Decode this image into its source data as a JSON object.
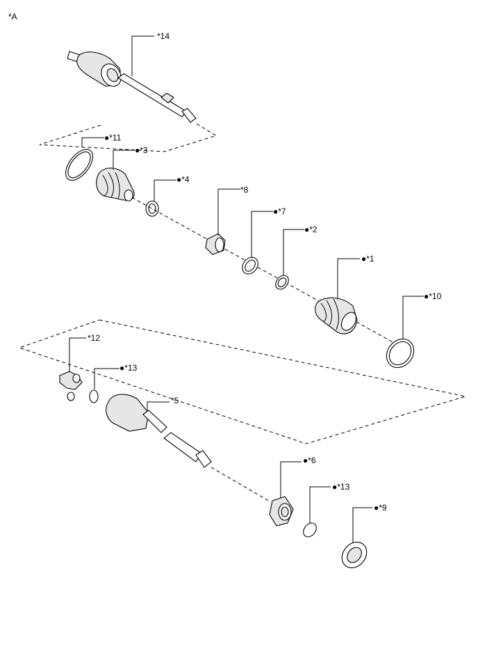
{
  "view_label": "*A",
  "callouts": {
    "c14": "*14",
    "c11": "●*11",
    "c3": "●*3",
    "c4": "●*4",
    "c8": "*8",
    "c7": "●*7",
    "c2": "●*2",
    "c1": "●*1",
    "c10": "●*10",
    "c12": "*12",
    "c13a": "●*13",
    "c5": "*5",
    "c6": "●*6",
    "c13b": "●*13",
    "c9": "●*9"
  }
}
